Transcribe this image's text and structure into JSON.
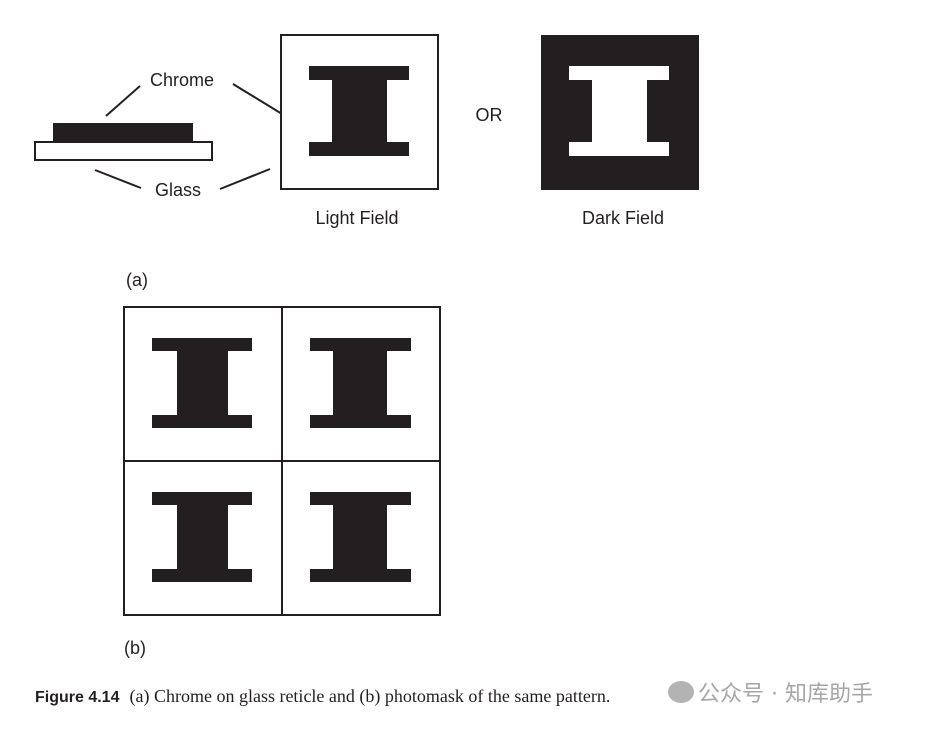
{
  "labels": {
    "chrome": "Chrome",
    "glass": "Glass",
    "or": "OR",
    "light_field": "Light Field",
    "dark_field": "Dark Field",
    "part_a": "(a)",
    "part_b": "(b)"
  },
  "caption": {
    "figure_number": "Figure 4.14",
    "text": "(a) Chrome on glass reticle and (b) photomask of the same pattern."
  },
  "watermark": {
    "icon": "wechat-icon",
    "text": "公众号 · 知库助手"
  },
  "colors": {
    "ink": "#231f20",
    "background": "#ffffff"
  }
}
